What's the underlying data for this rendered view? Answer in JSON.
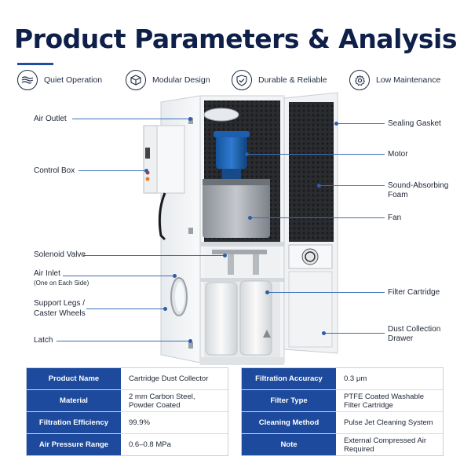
{
  "title": "Product Parameters & Analysis",
  "features": [
    {
      "label": "Quiet Operation",
      "icon": "wind-waves-icon"
    },
    {
      "label": "Modular Design",
      "icon": "cube-icon"
    },
    {
      "label": "Durable & Reliable",
      "icon": "shield-check-icon"
    },
    {
      "label": "Low Maintenance",
      "icon": "gear-icon"
    }
  ],
  "left_labels": {
    "air_outlet": "Air Outlet",
    "control_box": "Control Box",
    "solenoid_valve": "Solenoid Valve",
    "air_inlet": "Air Inlet",
    "air_inlet_note": "(One on Each Side)",
    "support_legs_1": "Support Legs /",
    "support_legs_2": "Caster Wheels",
    "latch": "Latch"
  },
  "right_labels": {
    "sealing_gasket": "Sealing Gasket",
    "motor": "Motor",
    "foam_1": "Sound-Absorbing",
    "foam_2": "Foam",
    "fan": "Fan",
    "filter_cartridge": "Filter Cartridge",
    "dust_1": "Dust Collection",
    "dust_2": "Drawer"
  },
  "specs_left": [
    {
      "key": "Product Name",
      "value": "Cartridge Dust Collector"
    },
    {
      "key": "Material",
      "value": "2 mm Carbon Steel, Powder Coated"
    },
    {
      "key": "Filtration Efficiency",
      "value": "99.9%"
    },
    {
      "key": "Air Pressure Range",
      "value": "0.6–0.8 MPa"
    }
  ],
  "specs_right": [
    {
      "key": "Filtration Accuracy",
      "value": "0.3 μm"
    },
    {
      "key": "Filter Type",
      "value": "PTFE Coated Washable Filter Cartridge"
    },
    {
      "key": "Cleaning Method",
      "value": "Pulse Jet Cleaning System"
    },
    {
      "key": "Note",
      "value": "External Compressed Air Required"
    }
  ],
  "colors": {
    "accent": "#1d4a9c",
    "title": "#0e1f4a",
    "leader": "#3a6fb8"
  }
}
